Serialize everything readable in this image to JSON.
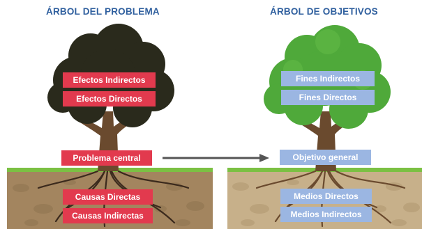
{
  "left_tree": {
    "title": "ÁRBOL DEL PROBLEMA",
    "top_labels": [
      "Efectos Indirectos",
      "Efectos Directos"
    ],
    "center_label": "Problema central",
    "bottom_labels": [
      "Causas Directas",
      "Causas Indirectas"
    ]
  },
  "right_tree": {
    "title": "ÁRBOL DE OBJETIVOS",
    "top_labels": [
      "Fines Indirectos",
      "Fines Directos"
    ],
    "center_label": "Objetivo general",
    "bottom_labels": [
      "Medios Directos",
      "Medios Indirectos"
    ]
  },
  "colors": {
    "title": "#2f5f9e",
    "problem_label": "#e23a4e",
    "objective_label": "#9bb6e2",
    "left_foliage": "#2a2a1c",
    "right_foliage": "#4fa93a",
    "trunk": "#6a4a2e",
    "grass": "#7bc043",
    "left_soil": "#a3855f",
    "right_soil": "#c7b08a",
    "arrow": "#555555"
  }
}
